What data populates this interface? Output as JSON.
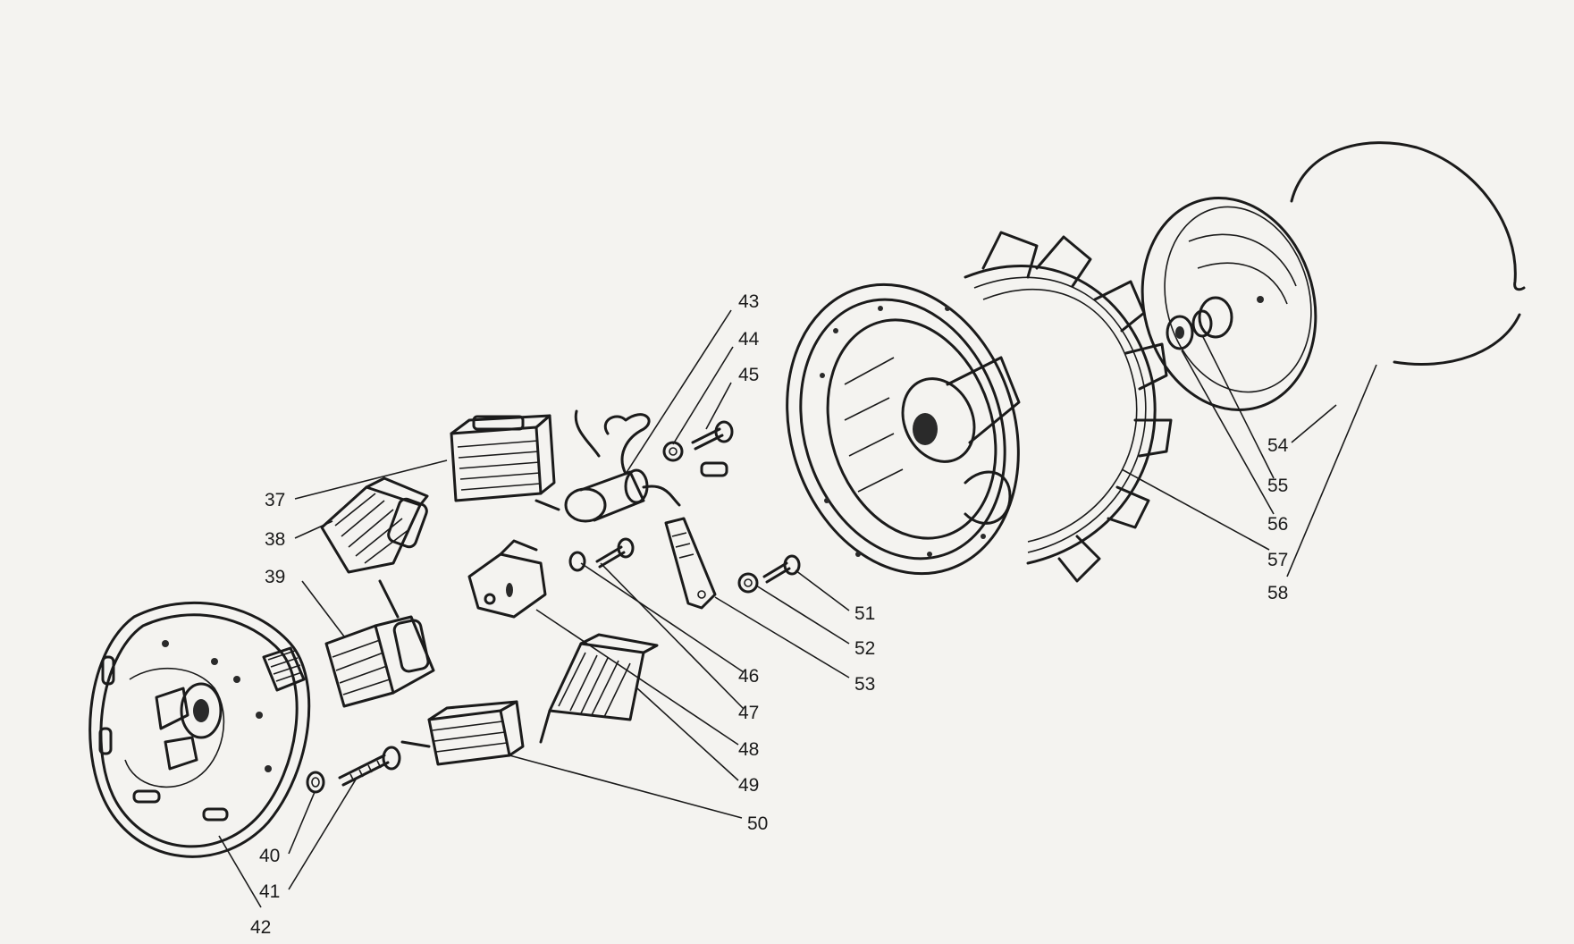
{
  "diagram": {
    "callouts": [
      "37",
      "38",
      "39",
      "40",
      "41",
      "42",
      "43",
      "44",
      "45",
      "46",
      "47",
      "48",
      "49",
      "50",
      "51",
      "52",
      "53",
      "54",
      "55",
      "56",
      "57",
      "58"
    ]
  },
  "icons": {
    "stator_plate": "stator-plate-icon",
    "coil": "coil-icon",
    "condenser": "condenser-icon",
    "breaker_points": "breaker-points-icon",
    "screw": "screw-icon",
    "washer": "washer-icon",
    "cam_lever": "cam-lever-icon",
    "flywheel_rotor": "flywheel-rotor-icon",
    "fan_cover": "fan-cover-icon",
    "retaining_wire": "retaining-wire-icon"
  },
  "colors": {
    "ink": "#1b1b1b",
    "paper": "#f4f3f0"
  }
}
